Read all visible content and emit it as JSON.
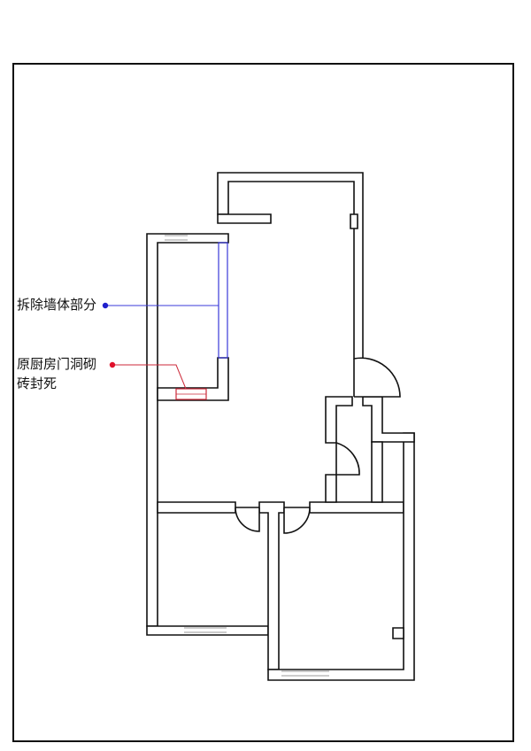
{
  "annotations": {
    "demolish_wall": {
      "text": "拆除墙体部分",
      "marker_color": "#1f1fcc",
      "line_color": "#3a3ad8"
    },
    "seal_door": {
      "line1": "原厨房门洞砌",
      "line2": "砖封死",
      "marker_color": "#e0102a",
      "line_color": "#cc2a3a"
    }
  },
  "colors": {
    "wall_fill": "#ffffff",
    "wall_stroke": "#111111",
    "frame": "#111111",
    "window_stroke": "#9a9a9a"
  }
}
